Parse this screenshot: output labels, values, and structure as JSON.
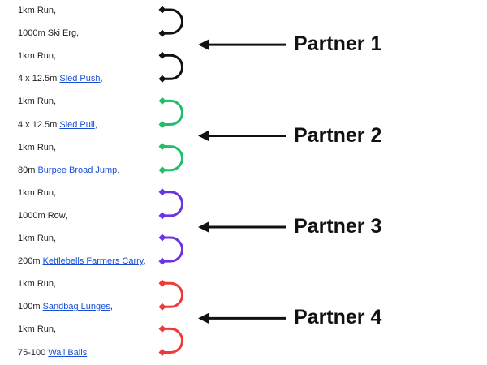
{
  "stations": [
    {
      "pre": "1km Run,",
      "link": "",
      "post": ""
    },
    {
      "pre": "1000m Ski Erg,",
      "link": "",
      "post": ""
    },
    {
      "pre": "1km Run,",
      "link": "",
      "post": ""
    },
    {
      "pre": "4 x 12.5m ",
      "link": "Sled Push",
      "post": ","
    },
    {
      "pre": "1km Run,",
      "link": "",
      "post": ""
    },
    {
      "pre": "4 x 12.5m ",
      "link": "Sled Pull",
      "post": ","
    },
    {
      "pre": "1km Run,",
      "link": "",
      "post": ""
    },
    {
      "pre": "80m ",
      "link": "Burpee Broad Jump",
      "post": ","
    },
    {
      "pre": "1km Run,",
      "link": "",
      "post": ""
    },
    {
      "pre": "1000m Row,",
      "link": "",
      "post": ""
    },
    {
      "pre": "1km Run,",
      "link": "",
      "post": ""
    },
    {
      "pre": "200m ",
      "link": "Kettlebells Farmers Carry",
      "post": ","
    },
    {
      "pre": "1km Run,",
      "link": "",
      "post": ""
    },
    {
      "pre": "100m ",
      "link": "Sandbag Lunges",
      "post": ","
    },
    {
      "pre": "1km Run,",
      "link": "",
      "post": ""
    },
    {
      "pre": "75-100 ",
      "link": "Wall Balls",
      "post": ""
    }
  ],
  "partners": [
    {
      "label": "Partner 1",
      "color": "#111111"
    },
    {
      "label": "Partner 2",
      "color": "#1fbf6a"
    },
    {
      "label": "Partner 3",
      "color": "#6a35e0"
    },
    {
      "label": "Partner 4",
      "color": "#f03a3a"
    }
  ]
}
